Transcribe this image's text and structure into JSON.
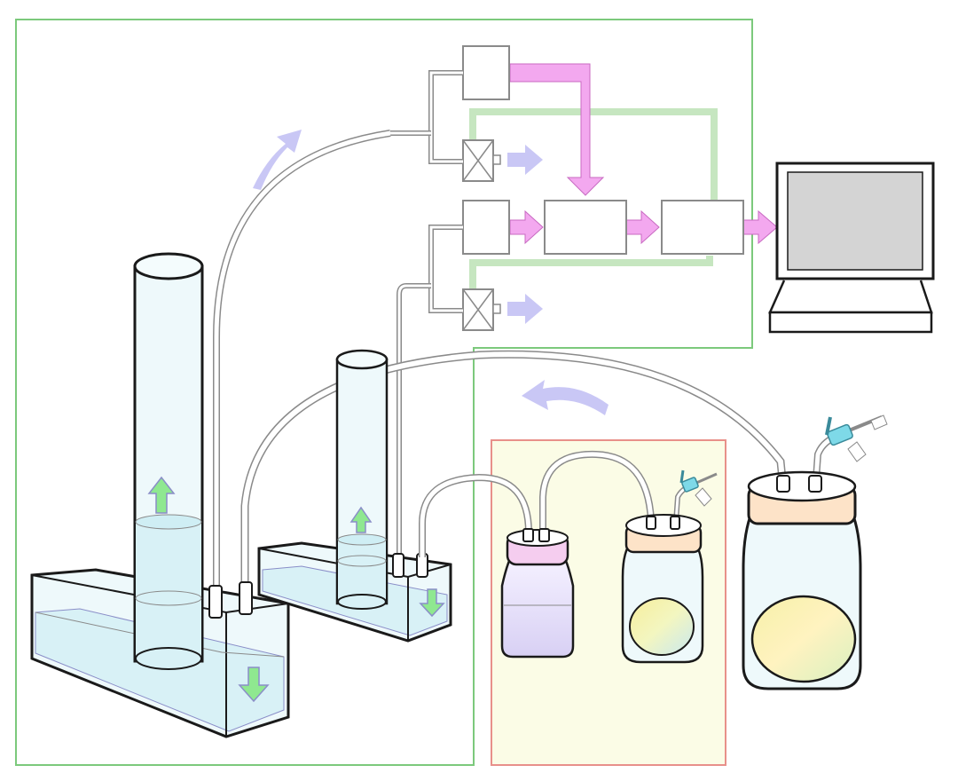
{
  "diagram": {
    "colors": {
      "frame_green": "#7cc97c",
      "frame_red": "#e8908a",
      "panel_fill": "#fbfce6",
      "box_stroke": "#8a8a8a",
      "signal_pink": "#f3a8ef",
      "signal_pink_dark": "#c86ac2",
      "control_green": "#c6e6c0",
      "flow_arrow_blue": "#c9c7f5",
      "level_arrow_green": "#8fe890",
      "level_arrow_stroke": "#8a8ec8",
      "water_blue": "#d8f1f6",
      "glass_blue": "#eef9fb",
      "lid_cream": "#fde3c8",
      "lid_pink": "#f5cdef",
      "valve_cyan": "#7ed9e8",
      "screen_gray": "#d4d4d4",
      "monitor_outline": "#1a1a1a"
    },
    "components": {
      "tall_cylinder": "graduated-cylinder",
      "short_cylinder": "graduated-cylinder",
      "large_tank": "water-trough",
      "small_tank": "water-trough",
      "reagent_bottle": "reagent-bottle",
      "medium_jar": "culture-jar",
      "large_jar": "culture-jar",
      "computer": "monitor-icon",
      "sensors": [
        "sensor-box",
        "sensor-box"
      ],
      "valves": [
        "valve-icon",
        "valve-icon"
      ],
      "processors": [
        "processor-box",
        "processor-box"
      ]
    }
  }
}
